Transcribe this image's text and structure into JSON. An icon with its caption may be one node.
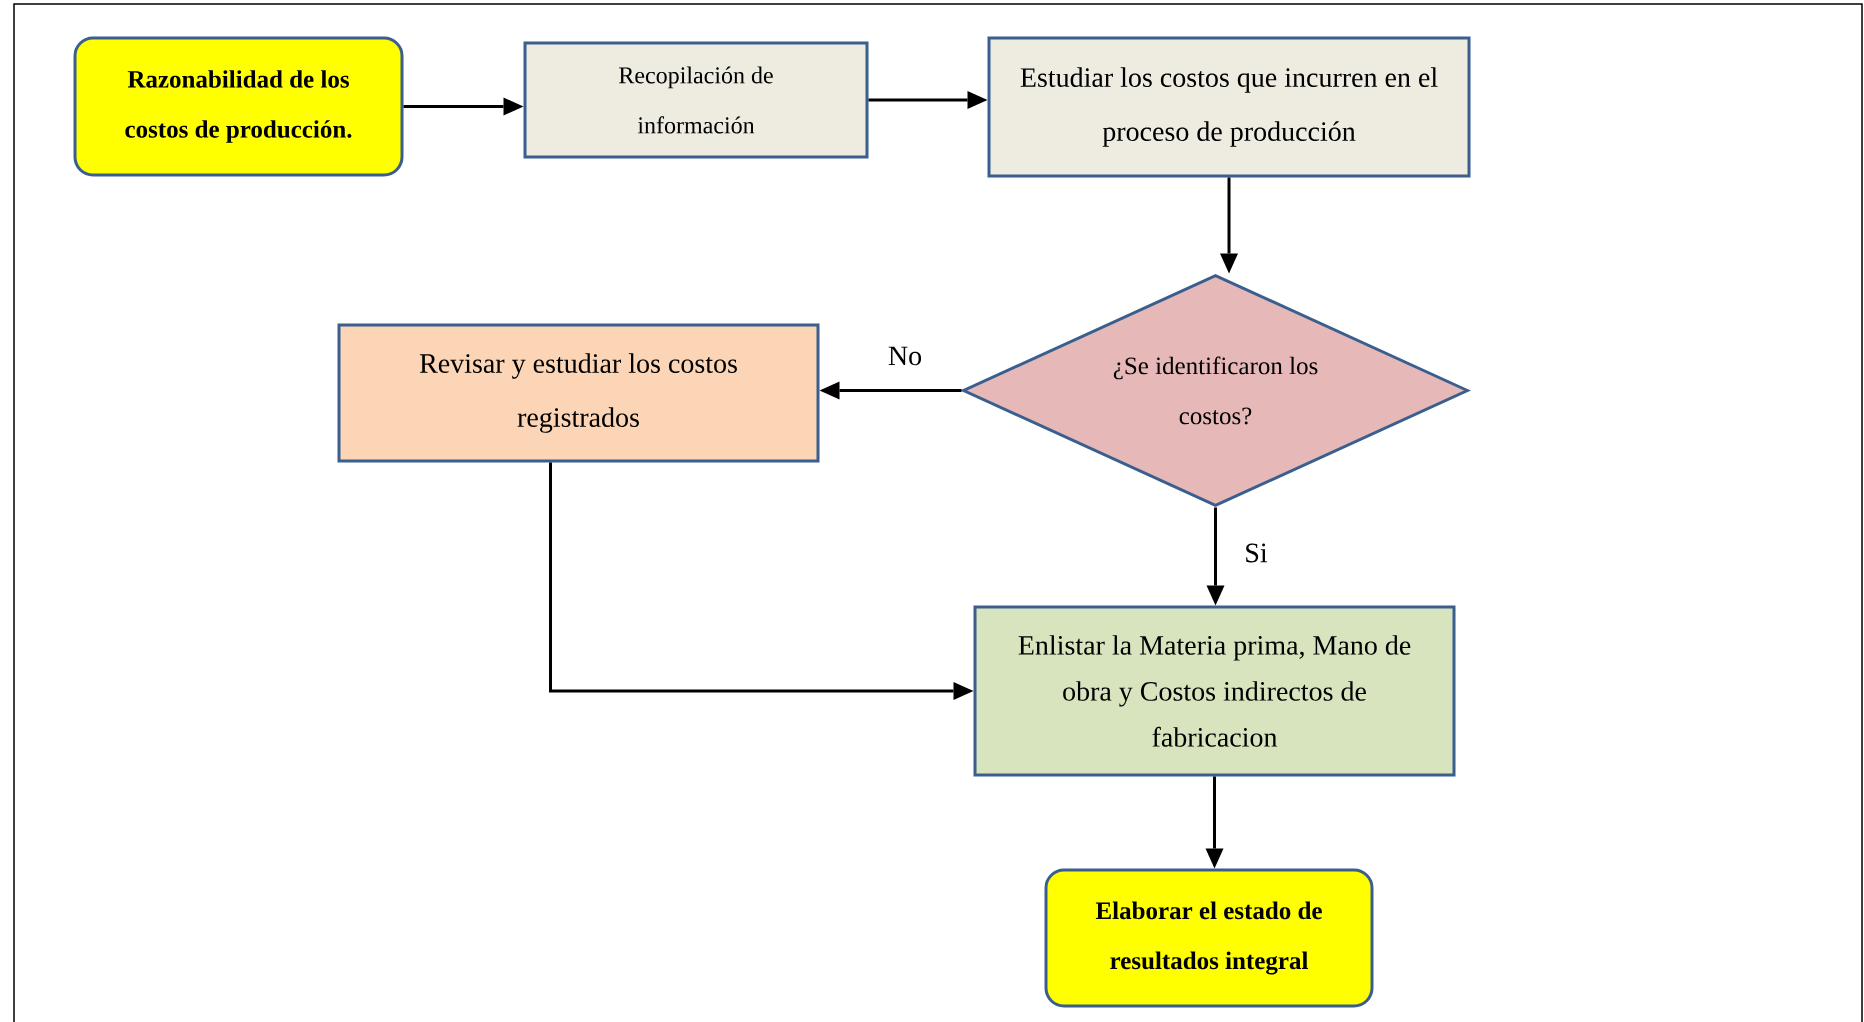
{
  "diagram": {
    "nodes": [
      {
        "text": [
          "Razonabilidad de los costos de producción."
        ]
      },
      {
        "text": [
          "Recopilación de información"
        ]
      },
      {
        "text": [
          "Estudiar los costos que incurren en el proceso de producción"
        ]
      },
      {
        "text": [
          "¿Se identificaron los costos?"
        ]
      },
      {
        "text": [
          "Revisar y estudiar los costos registrados"
        ]
      },
      {
        "text": [
          "Enlistar la Materia prima, Mano de obra y Costos indirectos de fabricacion"
        ]
      },
      {
        "text": [
          "Elaborar el estado de resultados integral"
        ]
      }
    ],
    "edges": [
      {
        "from": 0,
        "to": 1,
        "arrow": "to"
      },
      {
        "from": 1,
        "to": 2,
        "arrow": "to"
      },
      {
        "from": 2,
        "to": 3,
        "arrow": "to"
      },
      {
        "from": 3,
        "to": 4,
        "arrow": "to",
        "label": "No"
      },
      {
        "from": 3,
        "to": 5,
        "arrow": "to",
        "label": "Si"
      },
      {
        "from": 4,
        "to": 5,
        "arrow": "to"
      },
      {
        "from": 5,
        "to": 6,
        "arrow": "to"
      }
    ]
  }
}
